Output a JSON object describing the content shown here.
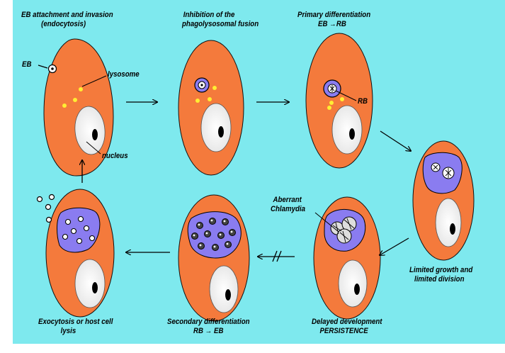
{
  "colors": {
    "background_panel": "#7ee9ee",
    "cell_cytoplasm": "#f47a3c",
    "cell_outline": "#111111",
    "nucleus": "#ffffff",
    "inclusion": "#8a7cf0",
    "lysosome": "#ffee33"
  },
  "labels": {
    "step1_title": [
      "EB attachment and invasion",
      "(endocytosis)"
    ],
    "eb": "EB",
    "lysosome": "lysosome",
    "nucleus": "nucleus",
    "step2_title": [
      "Inhibition of the",
      "phagolysosomal fusion"
    ],
    "step3_title": [
      "Primary differentiation",
      "EB →RB"
    ],
    "rb": "RB",
    "step4_title": [
      "Limited growth and",
      "limited division"
    ],
    "aberrant": [
      "Aberrant",
      "Chlamydia"
    ],
    "step5_title": [
      "Delayed development",
      "PERSISTENCE"
    ],
    "step6_title": [
      "Secondary differentiation",
      "RB → EB"
    ],
    "step7_title": [
      "Exocytosis or host cell",
      "lysis"
    ]
  }
}
